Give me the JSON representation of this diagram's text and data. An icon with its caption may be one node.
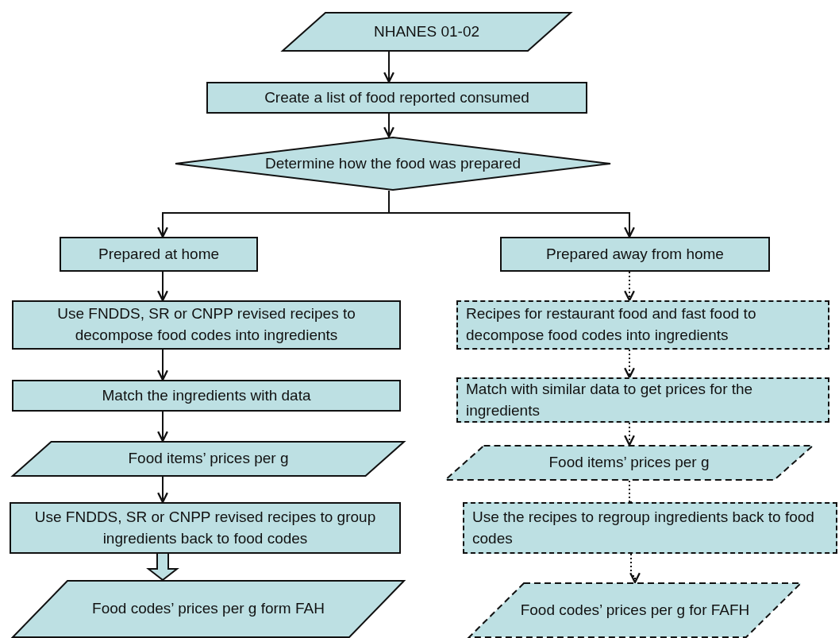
{
  "diagram": {
    "nodes": [
      {
        "text": [
          "NHANES 01-02"
        ]
      },
      {
        "text": [
          "Create a list of food reported consumed"
        ]
      },
      {
        "text": [
          "Determine how the food was prepared"
        ]
      },
      {
        "text": [
          "Prepared at home"
        ]
      },
      {
        "text": [
          "Prepared away from home"
        ]
      },
      {
        "text": [
          "Use FNDDS, SR or CNPP revised recipes to decompose food codes into ingredients"
        ]
      },
      {
        "text": [
          "Match the ingredients with data"
        ]
      },
      {
        "text": [
          "Food items’ prices per g"
        ]
      },
      {
        "text": [
          "Use FNDDS, SR or CNPP revised recipes to group ingredients back to food codes"
        ]
      },
      {
        "text": [
          "Food codes’ prices per g form FAH"
        ]
      },
      {
        "text": [
          "Recipes for restaurant food and fast food to decompose food codes into ingredients"
        ]
      },
      {
        "text": [
          "Match with similar data to get prices for the ingredients"
        ]
      },
      {
        "text": [
          "Food items’ prices per g"
        ]
      },
      {
        "text": [
          "Use the recipes to regroup ingredients back to food codes"
        ]
      },
      {
        "text": [
          "Food codes’ prices per g for FAFH"
        ]
      }
    ],
    "edges": [
      {
        "from": 0,
        "to": 1,
        "arrow": "to"
      },
      {
        "from": 1,
        "to": 2,
        "arrow": "to"
      },
      {
        "from": 2,
        "to": 3,
        "arrow": "to"
      },
      {
        "from": 2,
        "to": 4,
        "arrow": "to"
      },
      {
        "from": 3,
        "to": 5,
        "arrow": "to"
      },
      {
        "from": 5,
        "to": 6,
        "arrow": "to"
      },
      {
        "from": 6,
        "to": 7,
        "arrow": "to"
      },
      {
        "from": 7,
        "to": 8,
        "arrow": "to"
      },
      {
        "from": 8,
        "to": 9,
        "arrow": "to",
        "style": "thick"
      },
      {
        "from": 4,
        "to": 10,
        "arrow": "to",
        "style": "dashed"
      },
      {
        "from": 10,
        "to": 11,
        "arrow": "to",
        "style": "dashed"
      },
      {
        "from": 11,
        "to": 12,
        "arrow": "to",
        "style": "dashed"
      },
      {
        "from": 12,
        "to": 13,
        "arrow": "to",
        "style": "dashed"
      },
      {
        "from": 13,
        "to": 14,
        "arrow": "to",
        "style": "dashed"
      }
    ]
  }
}
